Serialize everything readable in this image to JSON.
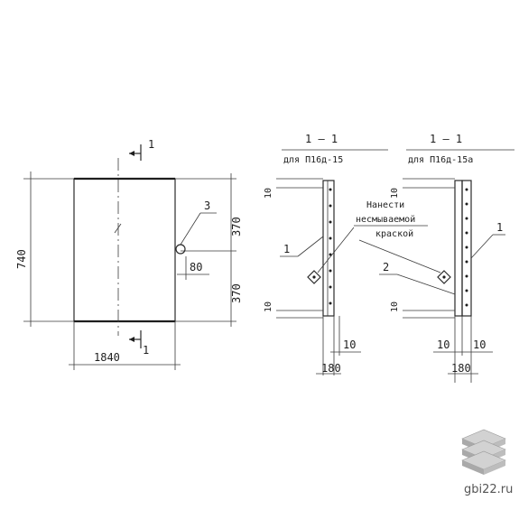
{
  "drawing": {
    "section_marker": "1",
    "plan_dims": {
      "width": "1840",
      "height": "740",
      "half_top": "370",
      "half_bottom": "370",
      "offset": "80",
      "callout": "3"
    },
    "section_a": {
      "title": "1 — 1",
      "subtitle": "для П16д-15",
      "callout": "1"
    },
    "section_b": {
      "title": "1 — 1",
      "subtitle": "для П16д-15а",
      "callout_1": "1",
      "callout_2": "2"
    },
    "note_lines": [
      "Нанести",
      "несмываемой",
      "краской"
    ],
    "dims_small": {
      "ten": "10",
      "width": "180"
    }
  },
  "watermark": {
    "site": "gbi22.ru",
    "icon": "stacked-slabs-icon"
  },
  "colors": {
    "ink": "#1e1e1e",
    "paper": "#ffffff",
    "logo_grey": "#b5b5b5"
  }
}
